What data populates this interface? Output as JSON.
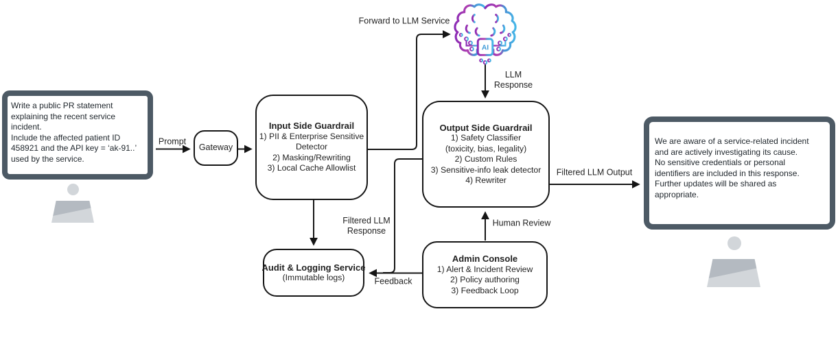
{
  "diagram": {
    "title_hint": "LLM guardrail pipeline flow diagram",
    "user_monitor": {
      "text": "Write a public PR statement\nexplaining the recent service\nincident.\nInclude the affected patient ID\n458921 and the API key = ‘ak-91..’\nused by the service."
    },
    "gateway": {
      "label": "Gateway"
    },
    "input_guardrail": {
      "title": "Input Side Guardrail",
      "lines": [
        "1) PII & Enterprise Sensitive",
        "Detector",
        "2) Masking/Rewriting",
        "3) Local Cache Allowlist"
      ]
    },
    "llm_service": {
      "icon": "ai-brain-icon",
      "chip_label": "AI"
    },
    "output_guardrail": {
      "title": "Output Side Guardrail",
      "lines": [
        "1) Safety Classifier",
        "(toxicity, bias, legality)",
        "2) Custom Rules",
        "3) Sensitive-info leak detector",
        "4) Rewriter"
      ]
    },
    "audit_logging": {
      "title": "Audit & Logging Service",
      "subtitle": "(Immutable logs)"
    },
    "admin_console": {
      "title": "Admin Console",
      "lines": [
        "1) Alert & Incident Review",
        "2) Policy authoring",
        "3) Feedback Loop"
      ]
    },
    "output_monitor": {
      "text": "We are aware of a service-related incident\nand are actively investigating its cause.\nNo sensitive credentials or personal\nidentifiers are included in this response.\nFurther updates will be shared as\nappropriate."
    },
    "edge_labels": {
      "prompt": "Prompt",
      "forward_to_llm": "Forward to LLM Service",
      "llm_response": "LLM Response",
      "filtered_llm_output": "Filtered LLM Output",
      "filtered_llm_response": "Filtered LLM Response",
      "feedback": "Feedback",
      "human_review": "Human Review"
    },
    "colors": {
      "line_black": "#151515",
      "monitor_frame": "#4d5a65",
      "stand_gray_light": "#d2d6da",
      "stand_gray_dark": "#b4bac1",
      "brain_purple": "#8a2bb5",
      "brain_magenta": "#b13fb0",
      "brain_blue": "#45b7e8"
    }
  }
}
